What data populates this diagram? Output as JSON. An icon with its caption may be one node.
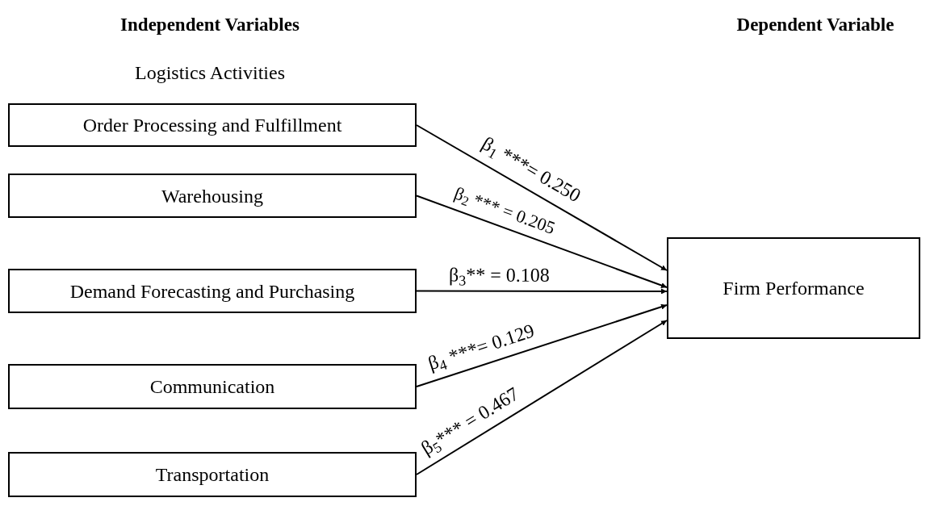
{
  "diagram": {
    "nodes": [
      {
        "text": [
          "Order Processing and Fulfillment"
        ]
      },
      {
        "text": [
          "Warehousing"
        ]
      },
      {
        "text": [
          "Demand Forecasting and Purchasing"
        ]
      },
      {
        "text": [
          "Communication"
        ]
      },
      {
        "text": [
          "Transportation"
        ]
      },
      {
        "text": [
          "Firm Performance"
        ]
      }
    ],
    "edges": [
      {
        "from": 0,
        "to": 5,
        "arrow": "to",
        "label": "β$_{1}$ ***= 0.250"
      },
      {
        "from": 1,
        "to": 5,
        "arrow": "to",
        "label": "β$_{2}$ *** = 0.205"
      },
      {
        "from": 2,
        "to": 5,
        "arrow": "to",
        "label": "β$_{3}$** = 0.108"
      },
      {
        "from": 3,
        "to": 5,
        "arrow": "to",
        "label": "β$_{4}$ ***= 0.129"
      },
      {
        "from": 4,
        "to": 5,
        "arrow": "to",
        "label": "β$_{5}$*** = 0.467"
      }
    ],
    "labels": [
      "Independent Variables",
      "Dependent Variable",
      "Logistics Activities"
    ]
  }
}
